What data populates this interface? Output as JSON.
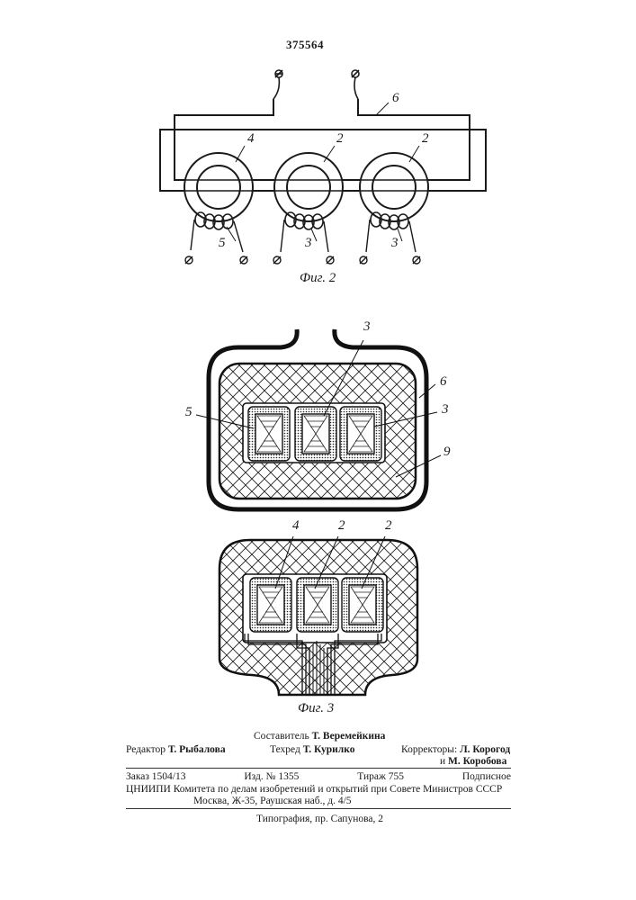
{
  "patent_number": "375564",
  "figures": {
    "fig2": {
      "caption": "Фиг. 2",
      "callouts": [
        "4",
        "2",
        "2",
        "6",
        "5",
        "3",
        "3"
      ]
    },
    "fig3": {
      "caption": "Фиг. 3",
      "callouts_upper": [
        "3",
        "5",
        "6",
        "3",
        "9"
      ],
      "callouts_lower": [
        "4",
        "2",
        "2"
      ]
    }
  },
  "credits": {
    "compiler_label": "Составитель",
    "compiler_name": "Т. Веремейкина",
    "editor_label": "Редактор",
    "editor_name": "Т. Рыбалова",
    "techred_label": "Техред",
    "techred_name": "Т. Курилко",
    "correctors_label": "Корректоры:",
    "corrector1": "Л. Корогод",
    "corrector2_prefix": "и",
    "corrector2": "М. Коробова"
  },
  "publication": {
    "order": "Заказ 1504/13",
    "edition": "Изд. № 1355",
    "circulation": "Тираж 755",
    "subscription": "Подписное",
    "org_line": "ЦНИИПИ Комитета по делам изобретений и открытий при Совете Министров СССР",
    "address_line": "Москва, Ж-35, Раушская наб., д. 4/5",
    "printer_line": "Типография, пр. Сапунова, 2"
  }
}
